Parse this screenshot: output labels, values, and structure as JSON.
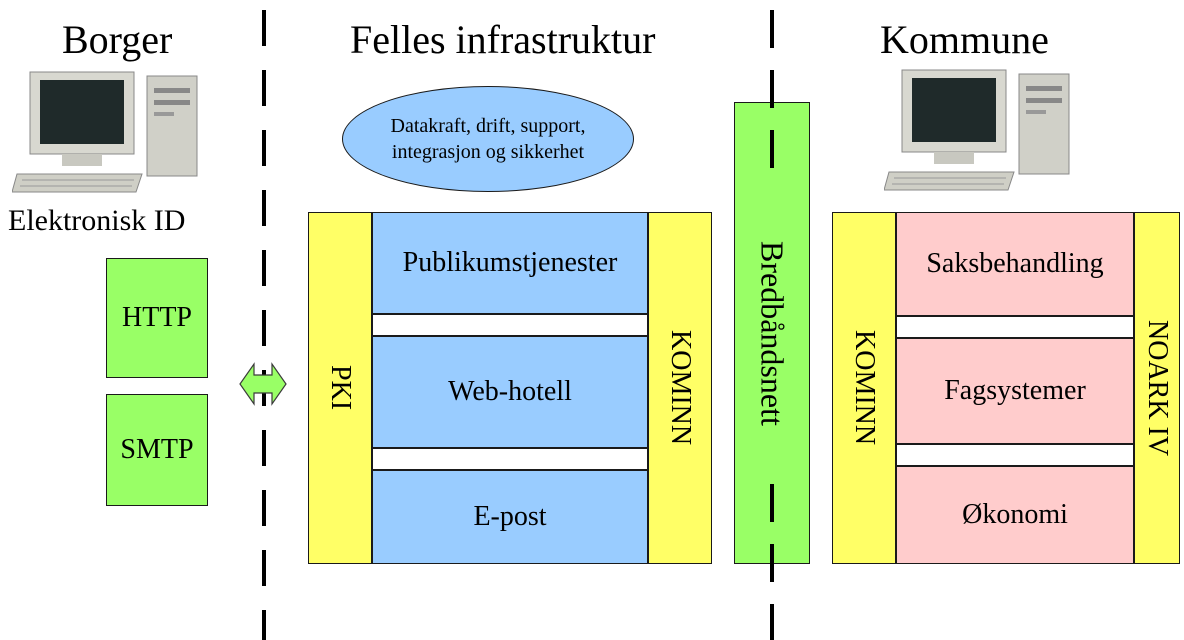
{
  "columns": {
    "borger": "Borger",
    "felles": "Felles infrastruktur",
    "kommune": "Kommune"
  },
  "borger": {
    "id_label": "Elektronisk ID",
    "protocols": [
      "HTTP",
      "SMTP"
    ]
  },
  "felles": {
    "cloud_text": "Datakraft, drift, support, integrasjon og sikkerhet",
    "left_bar": "PKI",
    "right_bar": "KOMINN",
    "services": [
      "Publikumstjenester",
      "Web-hotell",
      "E-post"
    ]
  },
  "network": {
    "label": "Bredbåndsnett"
  },
  "kommune": {
    "left_bar": "KOMINN",
    "right_bar": "NOARK IV",
    "systems": [
      "Saksbehandling",
      "Fagsystemer",
      "Økonomi"
    ]
  },
  "colors": {
    "green": "#99ff66",
    "yellow": "#ffff66",
    "blue": "#99ccff",
    "pink": "#ffcccc"
  }
}
